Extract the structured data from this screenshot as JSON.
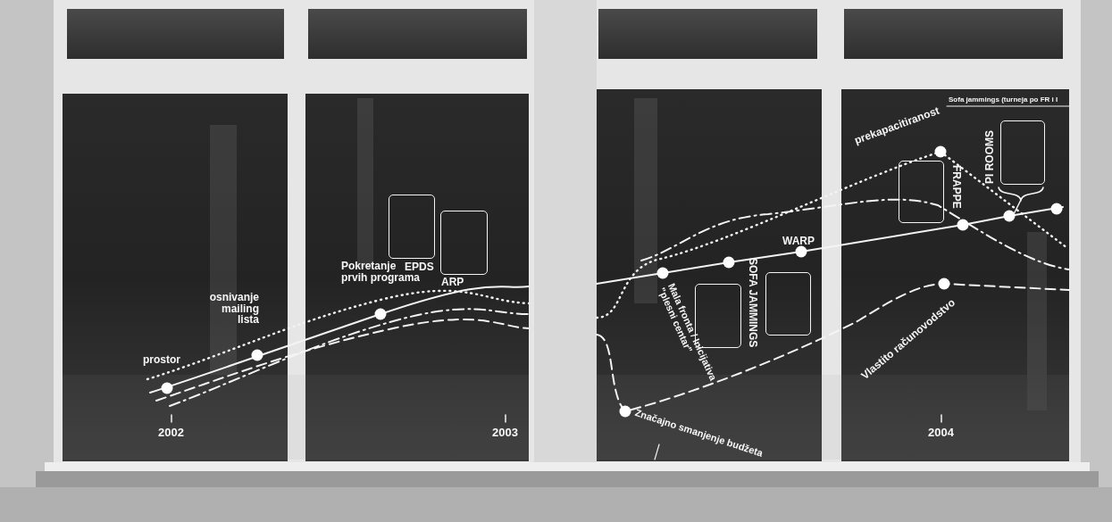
{
  "diagram": {
    "nodes": [
      {
        "text": [
          "EPDS"
        ]
      },
      {
        "text": [
          "ARP"
        ]
      },
      {
        "text": [
          "SOFA JAMMINGS"
        ]
      },
      {
        "text": [
          "WARP"
        ]
      },
      {
        "text": [
          "FRAPPE"
        ]
      },
      {
        "text": [
          "PI ROOMS"
        ]
      }
    ],
    "labels": [
      "2002",
      "2003",
      "2004",
      "prostor",
      "osnivanje mailing lista",
      "Pokretanje prvih programa",
      "Mala fronta / Inicijativa \"plesni centar\"",
      "Značajno smanjenje budžeta",
      "Vlastito računovodstvo",
      "prekapacitiranost",
      "Sofa jammings (turneja po FR i I"
    ]
  }
}
